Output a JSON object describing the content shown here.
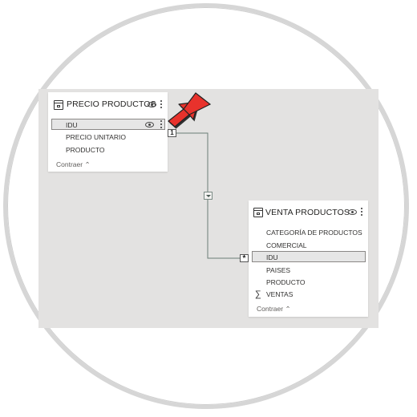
{
  "tables": {
    "precio": {
      "title": "PRECIO PRODUCTOS",
      "fields": [
        "IDU",
        "PRECIO UNITARIO",
        "PRODUCTO"
      ],
      "selected_field": "IDU",
      "collapse_label": "Contraer"
    },
    "venta": {
      "title": "VENTA PRODUCTOS",
      "fields": [
        "CATEGORÍA DE PRODUCTOS",
        "COMERCIAL",
        "IDU",
        "PAISES",
        "PRODUCTO",
        "VENTAS"
      ],
      "selected_field": "IDU",
      "measure_field": "VENTAS",
      "collapse_label": "Contraer"
    }
  },
  "relationship": {
    "from_cardinality": "1",
    "to_cardinality": "*"
  },
  "colors": {
    "canvas": "#e3e2e1",
    "relationship_line": "#6b7f77",
    "arrow": "#e8322c"
  },
  "icons": {
    "collapse": "⌃",
    "sigma": "∑"
  }
}
